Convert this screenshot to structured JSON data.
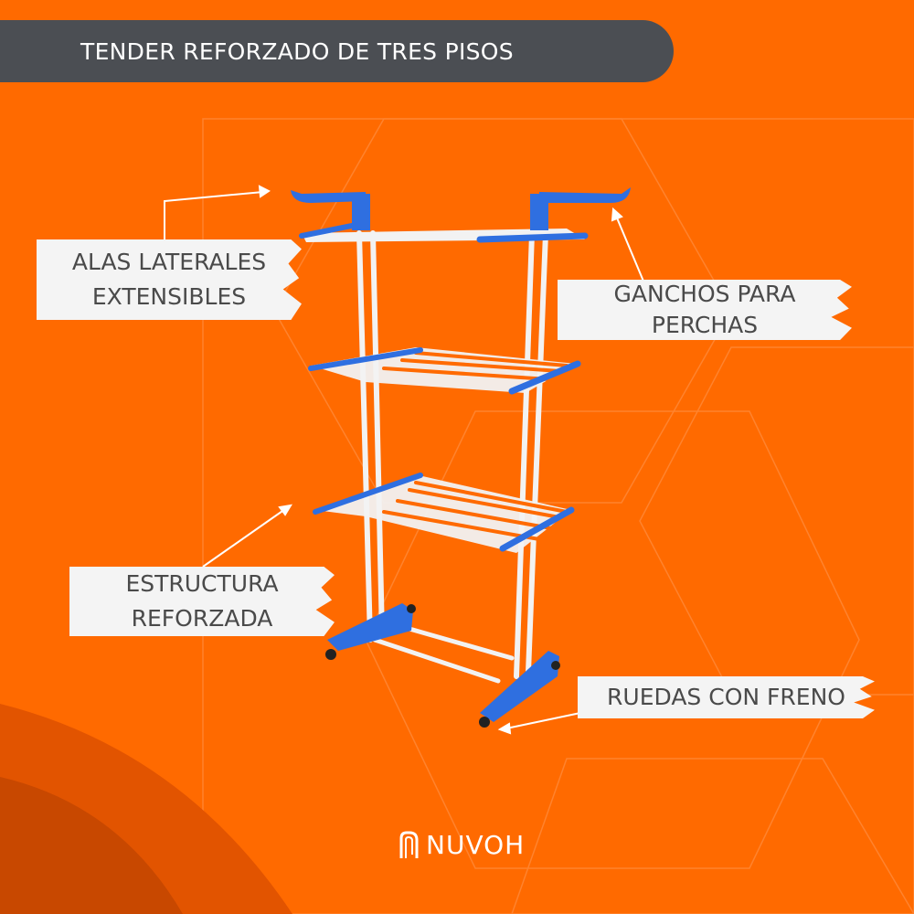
{
  "header": {
    "title": "TENDER REFORZADO DE TRES PISOS"
  },
  "labels": {
    "wings": [
      "ALAS LATERALES",
      "EXTENSIBLES"
    ],
    "hooks": [
      "GANCHOS PARA",
      "PERCHAS"
    ],
    "structure": [
      "ESTRUCTURA",
      "REFORZADA"
    ],
    "wheels": "RUEDAS CON FRENO"
  },
  "brand": {
    "name": "NUVOH",
    "logo_icon": "nuvoh-logo-icon"
  },
  "colors": {
    "background": "#ff6a00",
    "header": "#4b4e53",
    "rack_blue": "#2f6fe0",
    "rack_white": "#f2f2f2"
  }
}
